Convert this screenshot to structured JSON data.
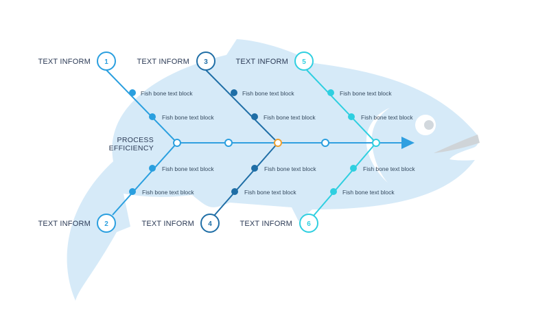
{
  "diagram": {
    "effect": {
      "line1": "PROCESS",
      "line2": "EFFICIENCY"
    },
    "causes": [
      {
        "number": "1",
        "label": "TEXT INFORM",
        "items": [
          "Fish bone text block",
          "Fish bone text block"
        ]
      },
      {
        "number": "2",
        "label": "TEXT INFORM",
        "items": [
          "Fish bone text block",
          "Fish bone text block"
        ]
      },
      {
        "number": "3",
        "label": "TEXT INFORM",
        "items": [
          "Fish bone text block",
          "Fish bone text block"
        ]
      },
      {
        "number": "4",
        "label": "TEXT INFORM",
        "items": [
          "Fish bone text block",
          "Fish bone text block"
        ]
      },
      {
        "number": "5",
        "label": "TEXT INFORM",
        "items": [
          "Fish bone text block",
          "Fish bone text block"
        ]
      },
      {
        "number": "6",
        "label": "TEXT INFORM",
        "items": [
          "Fish bone text block",
          "Fish bone text block"
        ]
      }
    ]
  },
  "colors": {
    "fish_body": "#d6eaf8",
    "spine": "#2f9fe0",
    "branch_light": "#2a9fdf",
    "branch_dark": "#1f6ea6",
    "branch_cyan": "#2fcfe0",
    "center_node": "#f0a030",
    "eye": "#cfd6dc",
    "mouth": "#cfd4d8"
  }
}
